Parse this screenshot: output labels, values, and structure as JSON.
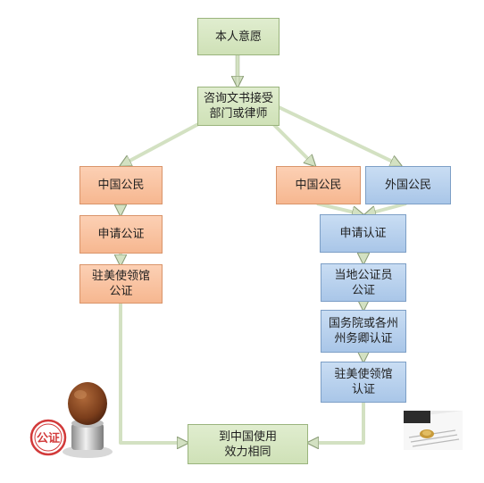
{
  "colors": {
    "green_fill": "#d6e6c2",
    "orange_fill": "#f8c4a3",
    "blue_fill": "#b6cfec",
    "connector": "#d3e1c2"
  },
  "nodes": {
    "personal_intent": "本人意愿",
    "consult": "咨询文书接受\n部门或律师",
    "cn_citizen_left": "中国公民",
    "apply_notary": "申请公证",
    "consulate_notary": "驻美使领馆\n公证",
    "cn_citizen_right": "中国公民",
    "foreign_citizen": "外国公民",
    "apply_certification": "申请认证",
    "local_notary": "当地公证员\n公证",
    "state_certification": "国务院或各州\n州务卿认证",
    "consulate_certification": "驻美使领馆\n认证",
    "result": "到中国使用\n效力相同"
  },
  "decorations": {
    "stamp_icon": "rubber-stamp-icon",
    "stamp_text": "公证",
    "document_photo_icon": "document-photo-icon"
  }
}
